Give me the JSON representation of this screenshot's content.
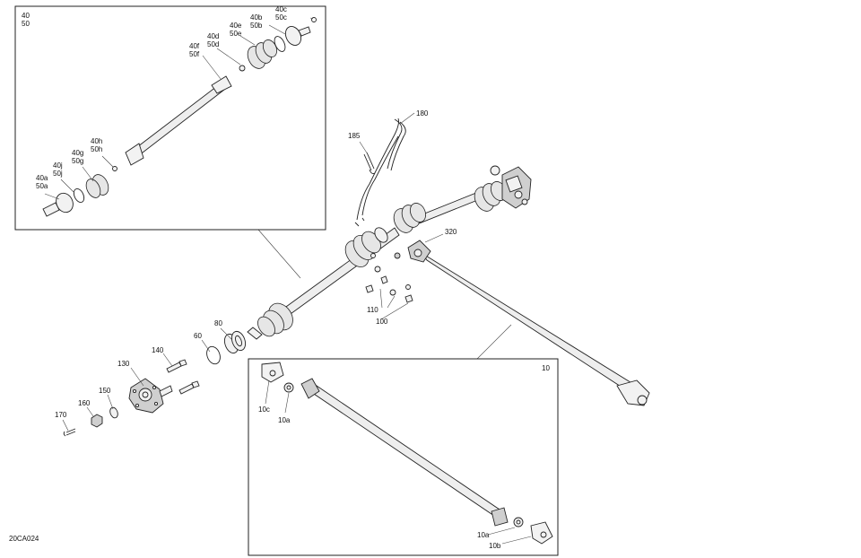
{
  "figure_code": "20CA024",
  "insets": {
    "axle_detail": {
      "ref_line1": "40",
      "ref_line2": "50"
    },
    "prop_shaft_detail": {
      "ref": "10"
    }
  },
  "callouts": {
    "c40c_50c": [
      "40c",
      "50c"
    ],
    "c40b_50b": [
      "40b",
      "50b"
    ],
    "c40e_50e": [
      "40e",
      "50e"
    ],
    "c40d_50d": [
      "40d",
      "50d"
    ],
    "c40f_50f": [
      "40f",
      "50f"
    ],
    "c40h_50h": [
      "40h",
      "50h"
    ],
    "c40g_50g": [
      "40g",
      "50g"
    ],
    "c40j_50j": [
      "40j",
      "50j"
    ],
    "c40a_50a": [
      "40a",
      "50a"
    ],
    "c180": "180",
    "c185": "185",
    "c320": "320",
    "c110": "110",
    "c100": "100",
    "c80": "80",
    "c60": "60",
    "c140": "140",
    "c130": "130",
    "c150": "150",
    "c160": "160",
    "c170": "170",
    "c10c": "10c",
    "c10a_top": "10a",
    "c10a_bottom": "10a",
    "c10b": "10b"
  }
}
